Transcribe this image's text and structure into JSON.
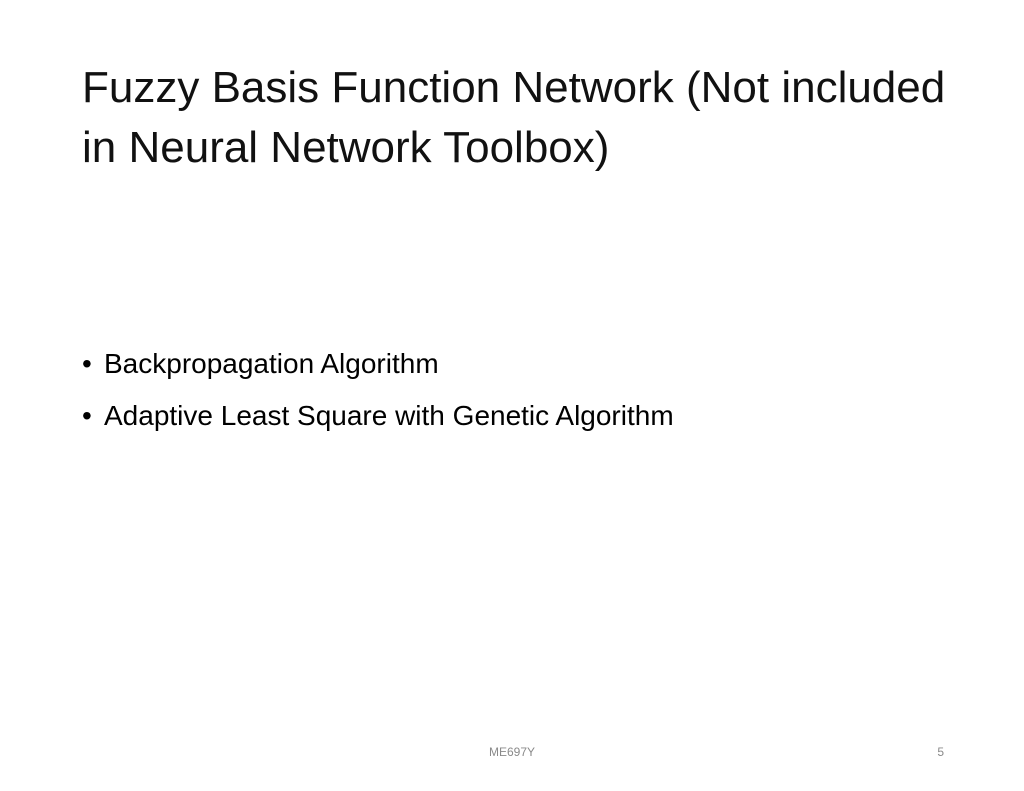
{
  "slide": {
    "title": "Fuzzy Basis Function Network (Not included in Neural Network Toolbox)",
    "bullets": [
      "Backpropagation Algorithm",
      "Adaptive Least Square with Genetic Algorithm"
    ],
    "footer": "ME697Y",
    "page_number": "5"
  }
}
